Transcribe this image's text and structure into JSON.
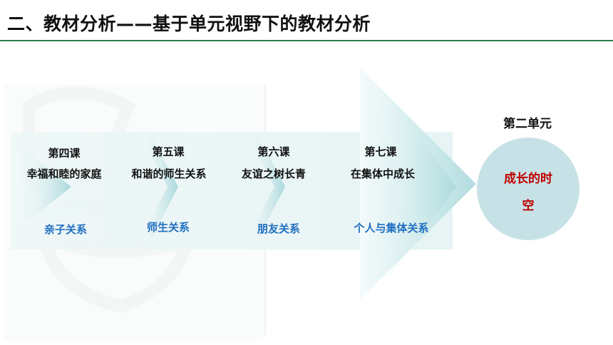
{
  "title": "二、教材分析——基于单元视野下的教材分析",
  "unit": {
    "label": "第二单元",
    "name_line1": "成长的时",
    "name_line2": "空"
  },
  "lessons": [
    {
      "number": "第四课",
      "name": "幸福和睦的家庭",
      "relation": "亲子关系"
    },
    {
      "number": "第五课",
      "name": "和谐的师生关系",
      "relation": "师生关系"
    },
    {
      "number": "第六课",
      "name": "友谊之树长青",
      "relation": "朋友关系"
    },
    {
      "number": "第七课",
      "name": "在集体中成长",
      "relation": "个人与集体关系"
    }
  ],
  "colors": {
    "accent_green": "#2e7d4f",
    "relation_blue": "#1f6fc0",
    "unit_red": "#c00000",
    "arrow_teal": "#bfe1e3",
    "circle_fill": "#c7e2e6"
  }
}
